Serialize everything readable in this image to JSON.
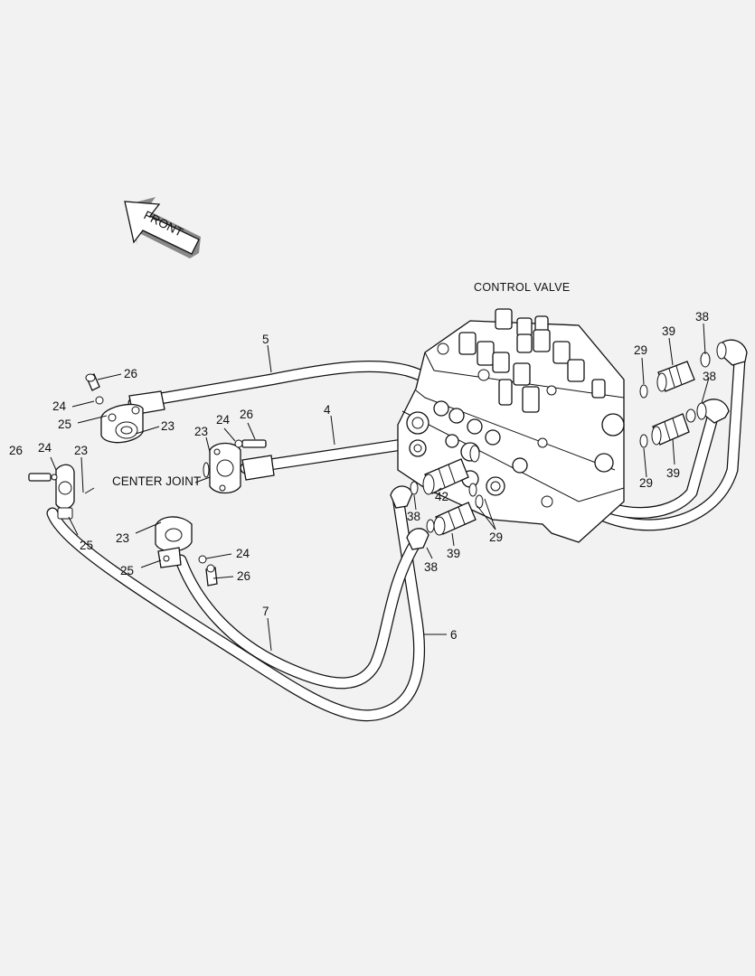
{
  "diagram": {
    "title": "CONTROL VALVE",
    "center_joint_label": "CENTER JOINT",
    "front_arrow_label": "FRONT",
    "callouts": {
      "c5": "5",
      "c4": "4",
      "c6": "6",
      "c7": "7",
      "c26a": "26",
      "c24a": "24",
      "c25a": "25",
      "c23a": "23",
      "c23b": "23",
      "c24b": "24",
      "c26b": "26",
      "c26c": "26",
      "c24c": "24",
      "c23c": "23",
      "c25c": "25",
      "c23d": "23",
      "c25d": "25",
      "c24d": "24",
      "c26d": "26",
      "c29a": "29",
      "c39a": "39",
      "c38a": "38",
      "c38b": "38",
      "c29b": "29",
      "c39b": "39",
      "c42": "42",
      "c38c": "38",
      "c29c": "29",
      "c39c": "39",
      "c38d": "38"
    }
  }
}
